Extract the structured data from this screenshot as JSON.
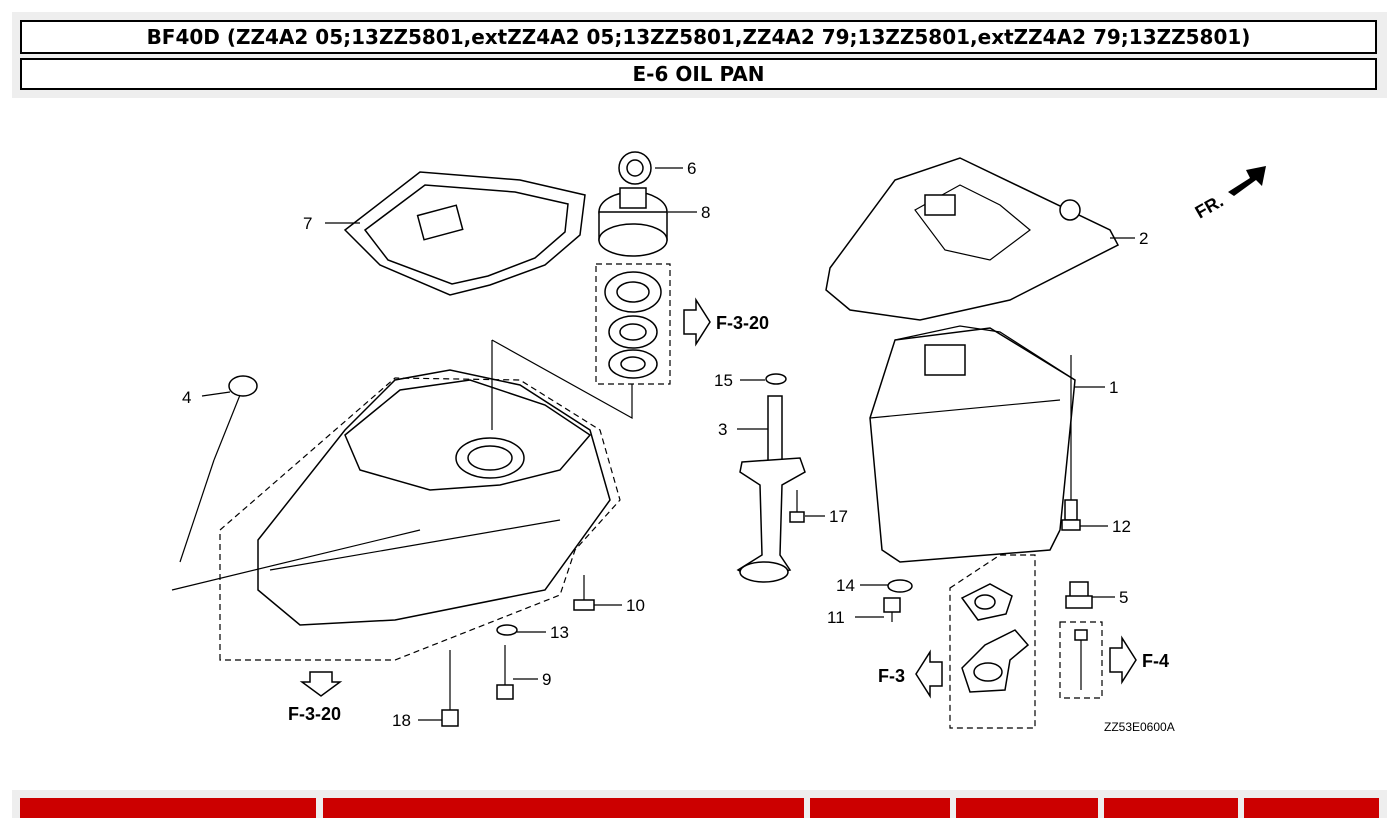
{
  "header": {
    "title": "BF40D (ZZ4A2 05;13ZZ5801,extZZ4A2 05;13ZZ5801,ZZ4A2 79;13ZZ5801,extZZ4A2 79;13ZZ5801)",
    "subtitle": "E-6 OIL PAN"
  },
  "diagram": {
    "callouts": [
      "1",
      "2",
      "3",
      "4",
      "5",
      "6",
      "7",
      "8",
      "9",
      "10",
      "11",
      "12",
      "13",
      "14",
      "15",
      "17",
      "18"
    ],
    "references": {
      "f3_20_upper": "F-3-20",
      "f3_20_lower": "F-3-20",
      "f3": "F-3",
      "f4": "F-4"
    },
    "direction": "FR.",
    "drawing_code": "ZZ53E0600A"
  },
  "table": {
    "header_color": "#cc0000"
  }
}
